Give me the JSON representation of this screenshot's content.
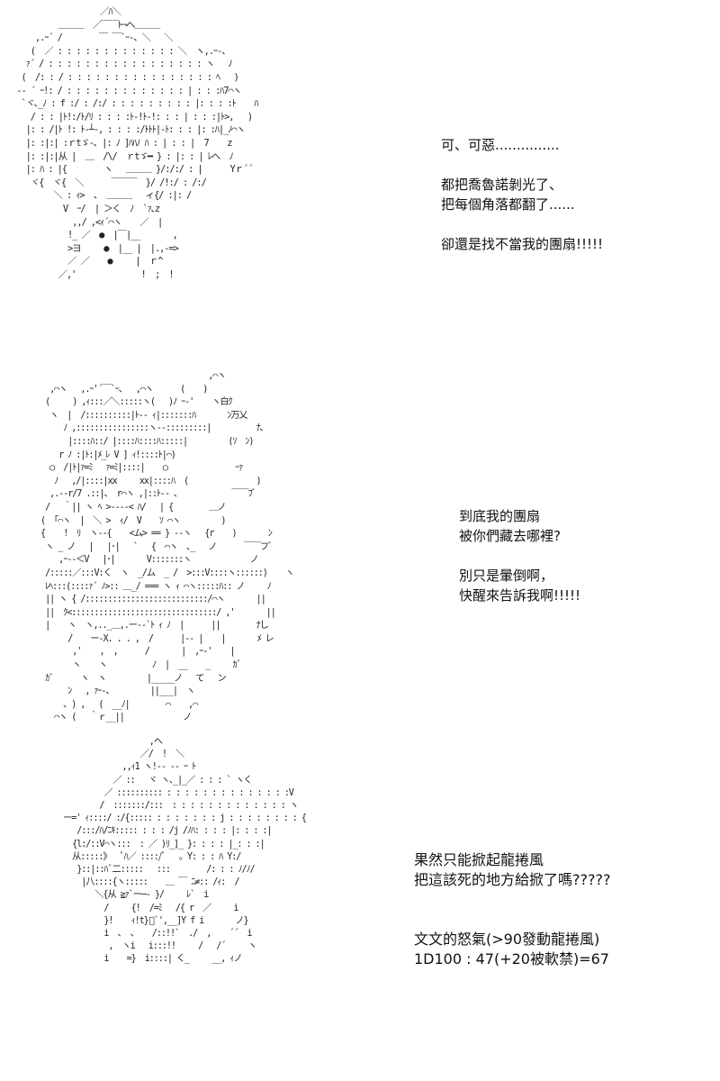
{
  "panels": [
    {
      "art": "                    ／ﾊ＼\n           ＿＿＿  ／￣￣ﾄ¬へ＿＿＿\n      ,.ｰ´ /        ￣ ￣`ｰ-、＼   ＼\n     (  ／ : : : : : : : : : : : : : ＼  ヽ,.ｰ-、\n    ｧ´ / : : : : : : : : : : : : : : : : : ヽ   ﾉ\n   (  /: : / : : : : : : : : : : : : : : : : ﾍ   )\n  ‐- ´ ｰ!: / : : : : : : : : : : : : : | : : :ﾊ7⌒ヽ\n   `ヾ､_ﾉ : f :/ : /:/ : : : : : : : : : |: : : :ﾄ    ﾊ\n     / : : |ﾄ!:/ﾄ/ﾘ : : : :ﾄ-!ﾄ-!: : : | : : :|ﾄ>,   )\n    |: : /|ﾄ !: ﾄ-┴-, : : : :/ﾄﾄﾄ|-ﾄ: : : |: :ﾊ|_ﾉ⌒ヽ\n    |: :|:| :ｒtゞ-､ |: ﾉ ]ﾊﾊﾉ ﾊ : | : : |  7    z\n    |: :|:|从 |  ＿  /\\/  ｒtゞ━ } : |: : | ﾚへ  ﾉ\n    |: ﾊ : |{        ヽ   ＿＿＿ }/:/:/ : |      Yｒ´´\n     ヾ{  ヾ{  ＼      ￣￣￣  }/ /!:/ : /:/\n          ＼ : ｨ>  、 ＿＿＿   ィ{/ :|: /\n            V  ｰ/  | ＞く  ﾉ  `ｧ､z\n              ,,/ ,<ｨ´⌒ヽ    ／  |\n             !_ ／  ●  |￣|__       ,\n             >ヨ     ●  |__ |  |.,-=>\n             ／ ／    ●     |  ｒ^\n           ／,'              !  ;  !",
      "speech": [
        "可、可惡...............",
        "",
        "都把喬魯諾剝光了、",
        "把每個角落都翻了......",
        "",
        "卻還是找不當我的團扇!!!!!"
      ]
    },
    {
      "art": "                                      ,⌒ヽ\n   ,⌒ヽ   ,.ｰ'´￣`ｰ、  ,⌒ヽ      (    )\n  (     ) ,ｨ:::／＼:::::ヽ(   )ﾉ ｰ‐'    ヽ白ｸ\n   ヽ  |  /::::::::::|ﾄ-- ｨ|:::::::ﾊ       ﾝ万乂\n      ﾉ ,::::::::::::::::ヽ-‐:::::::::|          ﾅ､\n       |::::ﾊ::/ |::::ﾊ::::ﾊ:::::|         (ｿ  ﾝ)\n     r ﾉ :|ﾄ:|ﾒ_ﾚ V ] ｨ!::::ﾄ|⌒)\n   ○  /|ﾄ|ｧ=ﾐ   ｧ=ﾐ|::::|    ○               ｰｧ\n    ﾉ   ,/|::::|xx     xx|::::ﾊ  (               )\n   ,.-‐r/7 .::|、 r⌒ヽ ,|::ﾄ-‐ ､            ￣￣ﾌ゛\n  /   ｀|| ヽ ﾍ >----< ﾊ/   | {        ＿ノ\n (  ｢⌒ヽ  |  ＼ >  ｨ/  V    ｿ ⌒ヽ         )\n {    !  ﾘ  ヽ--{    <ム> == } --ヽ   {r    )       ﾝ\n  ヽ _ ノ   |   |･|   `   {  ⌒ヽ  ､_   ノ      ￣￣フ゛\n     ,ｰ--＜V   |･|       V:::::::ヽ             ノ\n  /:::::／:::V:く  ヽ  _/ム  _ /  >:::V::::ヽ::::::)    ヽ\n  ﾚﾍ:::(::::ｧ´ ﾉ>:: ＿_/ === ヽ ｨ ⌒ヽ:::::ﾊ:: ノ     ﾉ\n  || ヽ { /:::::::::::::::::::::::::::/⌒ヽ       ||\n  ||  ｸ<::::::::::::::::::::::::::::::::/ ,'       ||\n  |    ヽ  ヽ,.._＿,.ー-‐`ﾄ ｨ ﾉ  |      ||        ﾅし\n       /    ー-X. . . ,  /      |-- |    |       ﾒ レ\n        ,'    ,  ,      /       |  ,ｰ-'    |\n        ヽ    ヽ          ﾉ  |  __    _     ｶﾞ\n  ｶﾞ      ヽ  ヽ         |_____ノ   て   ン\n       ﾝ   , ｧｰ-、        ||___|  ヽ\n      ､ ) ,   (  __ﾉ|        ⌒    ,⌒\n    ⌒ヽ (   ｀ｒ__||             ノ",
      "speech": [
        "到底我的團扇",
        "被你們藏去哪裡?",
        "",
        "別只是暈倒啊，",
        "快醒來告訴我啊!!!!!"
      ]
    },
    {
      "art": "                      ,ヘ\n                    ／/  !  ＼\n                ,,ｨ1 ヽ!-- -- ｰ ﾄ\n              ／ ::   ヾ ヽ､_|_／ : : : ` ヽく\n            ／ :::::::::: : : : : : : : : : : : : : :V\n           /  :::::::/:::  : : : : : : : : : : : : : ヽ\n   ー=' ｨ::::/ :/{::::: : : : : : : : j : : : : : : : : {\n      /:::/ﾊ/ﾆｷ::::: : : : /j /ﾉﾊ: : : : |: : : :|\n     {l:/::V⌒ヽ:::  : ／ )ﾘ_]_ }: : : : |_: : :|\n     从:::::》  ﾟﾊ／ ::::/ﾟ   ｡ Y: : : ﾊ Y:/\n      }::|::ﾊﾞ二:::::   :::        /: : : ﾉ/ﾉ/\n       |八::::{ヽ:::::    ＿ ￣ ﾆ≠:: /ｨ:  /\n          ＼{从 ≧ｧ`ー─‐ }/     ﾚ`  i\n            /     {!  /=ﾐ   /{ r  ／     i\n            }!    ｨ!t}ﾞ`',__]Y f i       ノ}\n            i  、 、   /::!!`  ./  ,    ´´  i\n             ,  ヽi   i:::!!     /   /´     ヽ\n            i    =}  i::::| く_     __, ｨノ",
      "speech": [
        "果然只能掀起龍捲風",
        "把這該死的地方給掀了嗎?????",
        "",
        "",
        "文文的怒氣(>90發動龍捲風)",
        "1D100 : 47(+20被軟禁)=67"
      ]
    }
  ]
}
